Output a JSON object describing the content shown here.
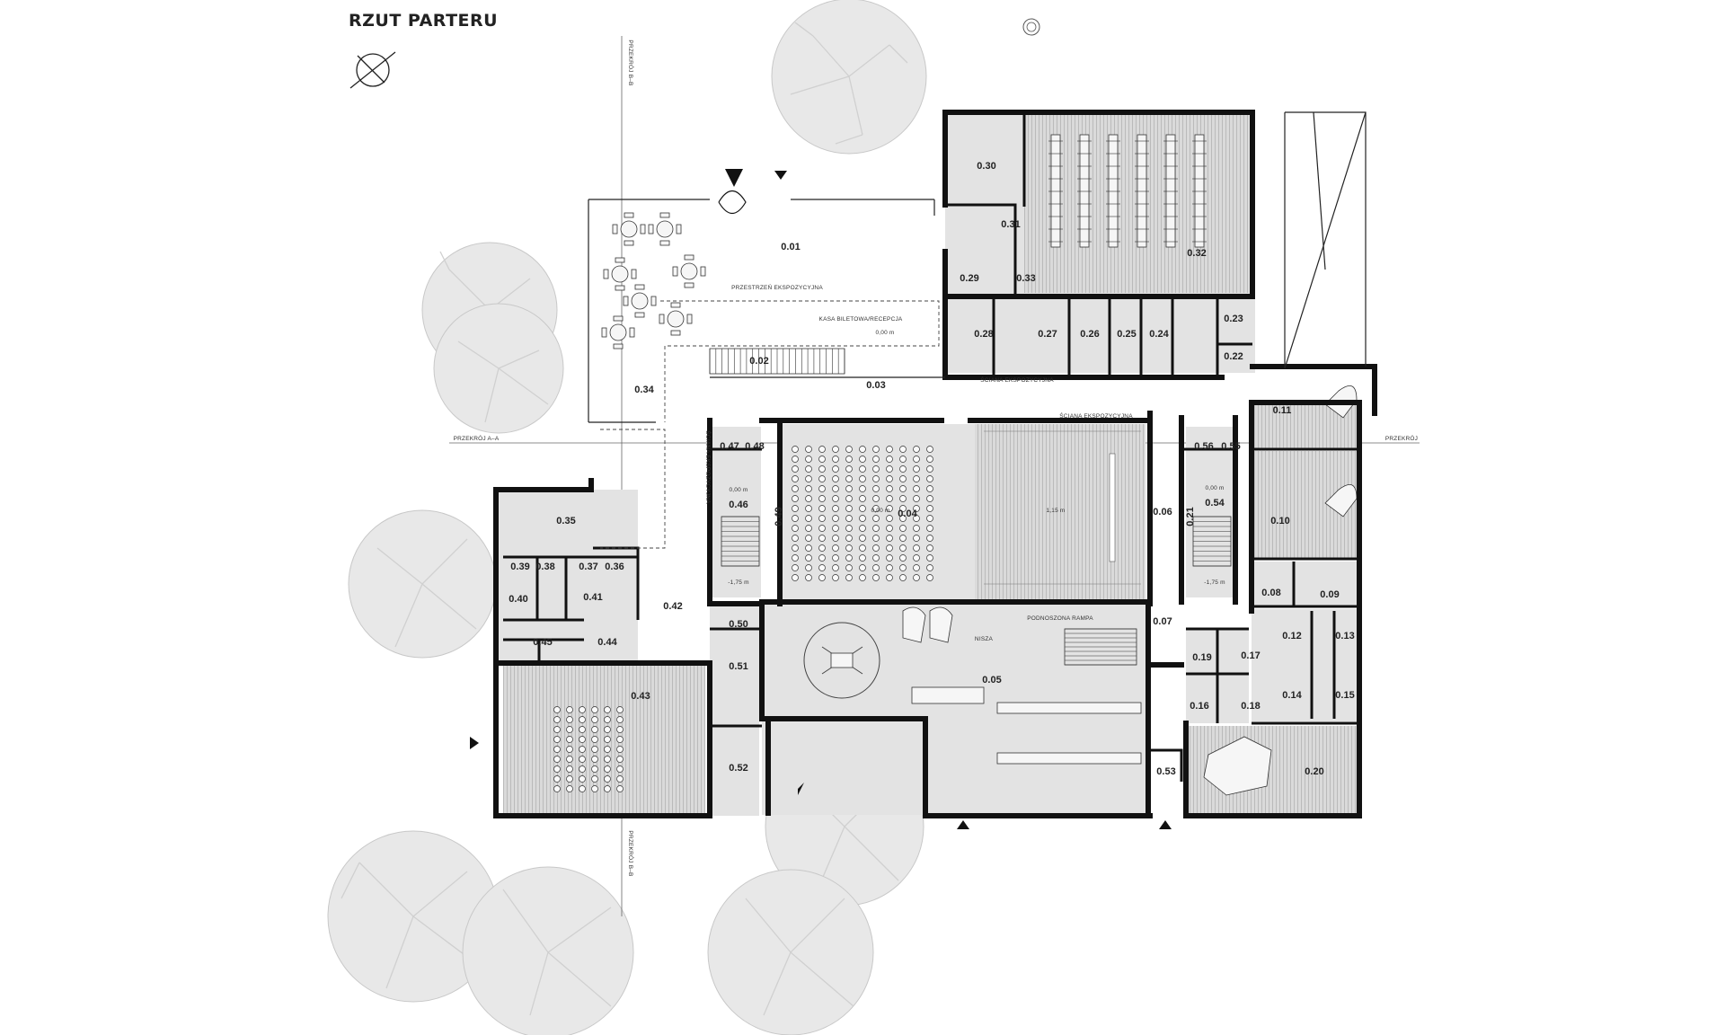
{
  "title": "RZUT PARTERU",
  "rooms": {
    "r001": "0.01",
    "r002": "0.02",
    "r003": "0.03",
    "r004": "0.04",
    "r005": "0.05",
    "r006": "0.06",
    "r007": "0.07",
    "r008": "0.08",
    "r009": "0.09",
    "r010": "0.10",
    "r011": "0.11",
    "r012": "0.12",
    "r013": "0.13",
    "r014": "0.14",
    "r015": "0.15",
    "r016": "0.16",
    "r017": "0.17",
    "r018": "0.18",
    "r019": "0.19",
    "r020": "0.20",
    "r021": "0.21",
    "r022": "0.22",
    "r023": "0.23",
    "r024": "0.24",
    "r025": "0.25",
    "r026": "0.26",
    "r027": "0.27",
    "r028": "0.28",
    "r029": "0.29",
    "r030": "0.30",
    "r031": "0.31",
    "r032": "0.32",
    "r033": "0.33",
    "r034": "0.34",
    "r035": "0.35",
    "r036": "0.36",
    "r037": "0.37",
    "r038": "0.38",
    "r039": "0.39",
    "r040": "0.40",
    "r041": "0.41",
    "r042": "0.42",
    "r043": "0.43",
    "r044": "0.44",
    "r045": "0.45",
    "r046": "0.46",
    "r047": "0.47",
    "r048": "0.48",
    "r049": "0.49",
    "r050": "0.50",
    "r051": "0.51",
    "r052": "0.52",
    "r053": "0.53",
    "r054": "0.54",
    "r055": "0.55",
    "r056": "0.56"
  },
  "labels": {
    "exhibition_space": "PRZESTRZEŃ EKSPOZYCYJNA",
    "ticket_desk": "KASA BILETOWA/RECEPCJA",
    "exhibition_wall": "ŚCIANA EKSPOZYCYJNA",
    "raised_ramp": "PODNOSZONA RAMPA",
    "niche": "NISZA",
    "section_aa": "PRZEKRÓJ  A–A",
    "section_bb": "PRZEKRÓJ  B–B",
    "section_right": "PRZEKRÓJ"
  },
  "levels": {
    "l000": "0,00 m",
    "l115": "1,15 m",
    "lm175": "-1,75 m"
  }
}
